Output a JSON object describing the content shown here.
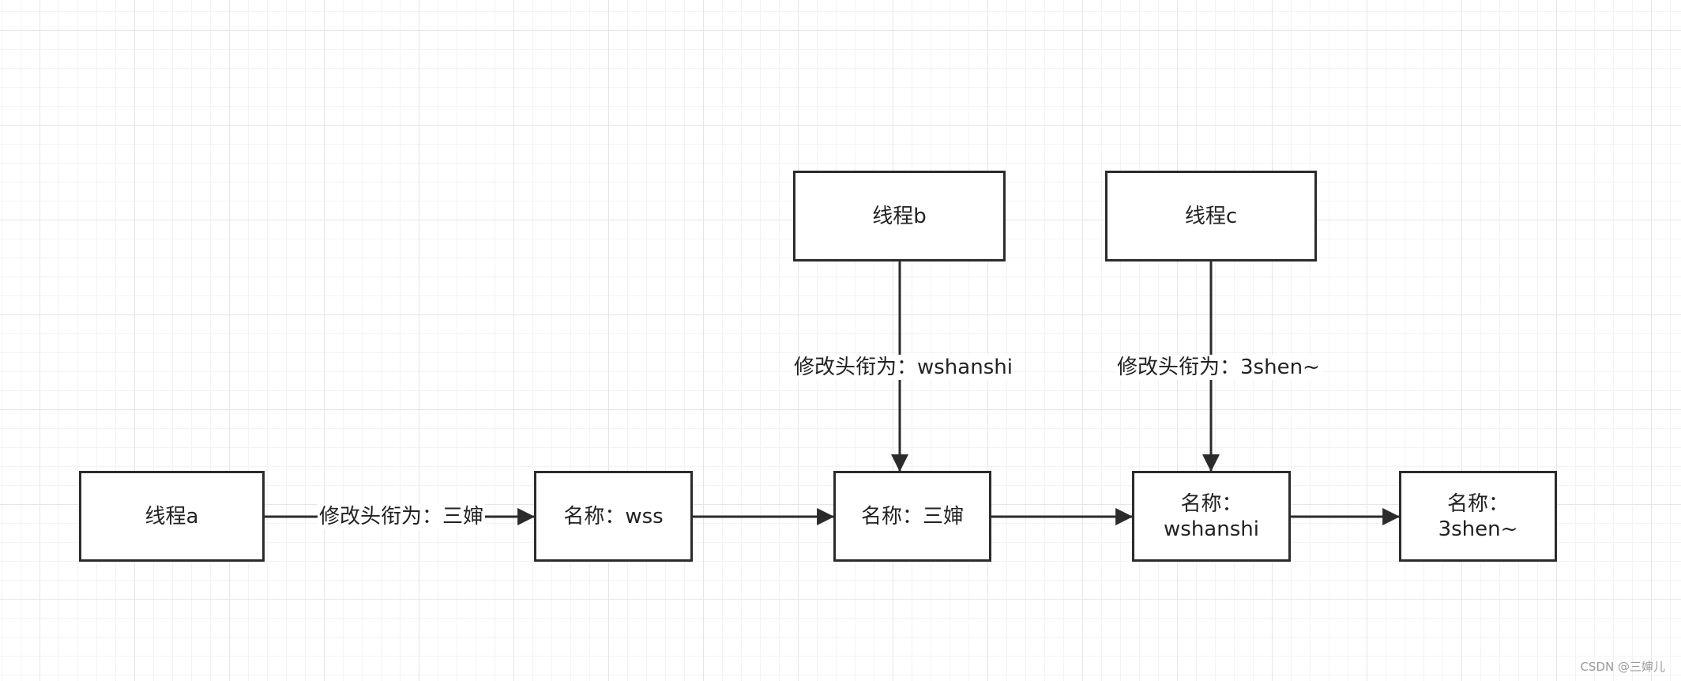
{
  "colors": {
    "stroke": "#2b2b2b",
    "text": "#222222",
    "grid": "#e6e6e6"
  },
  "nodes": {
    "thread_a": "线程a",
    "thread_b": "线程b",
    "thread_c": "线程c",
    "name_wss": "名称：wss",
    "name_sanshen": "名称：三婶",
    "name_wshanshi": "名称：\nwshanshi",
    "name_3shen": "名称：\n3shen~"
  },
  "edges": {
    "a_to_wss": "修改头衔为：三婶",
    "b_to_sanshen": "修改头衔为：wshanshi",
    "c_to_wshanshi": "修改头衔为：3shen~"
  },
  "watermark": "CSDN @三婶儿"
}
